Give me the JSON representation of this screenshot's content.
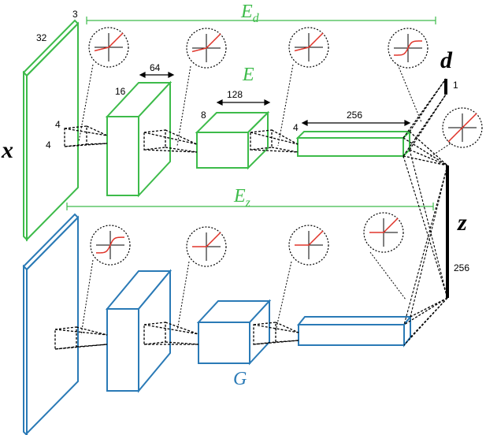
{
  "colors": {
    "encoder": "#3dbb4a",
    "generator": "#2a7ab6",
    "activation_curve": "#e0352b",
    "ink": "#000000"
  },
  "labels": {
    "input": "x",
    "discriminator_output": "d",
    "latent": "z",
    "encoder": "E",
    "generator": "G",
    "encoder_d_bracket": "E",
    "encoder_d_sub": "d",
    "encoder_z_bracket": "E",
    "encoder_z_sub": "z"
  },
  "dimensions": {
    "input_channels": "3",
    "input_size": "32",
    "kernel_h": "4",
    "kernel_w": "4",
    "layer1_channels": "64",
    "layer1_size": "16",
    "layer2_channels": "128",
    "layer2_size": "8",
    "layer3_channels": "256",
    "layer3_size": "4",
    "d_size": "1",
    "z_size": "256"
  },
  "activation_icons": [
    {
      "id": "enc-act-1",
      "kind": "leaky-relu"
    },
    {
      "id": "enc-act-2",
      "kind": "leaky-relu"
    },
    {
      "id": "enc-act-3",
      "kind": "leaky-relu"
    },
    {
      "id": "enc-act-4",
      "kind": "sigmoid"
    },
    {
      "id": "enc-act-5",
      "kind": "linear"
    },
    {
      "id": "gen-act-1",
      "kind": "tanh"
    },
    {
      "id": "gen-act-2",
      "kind": "relu"
    },
    {
      "id": "gen-act-3",
      "kind": "relu"
    },
    {
      "id": "gen-act-4",
      "kind": "relu"
    }
  ]
}
